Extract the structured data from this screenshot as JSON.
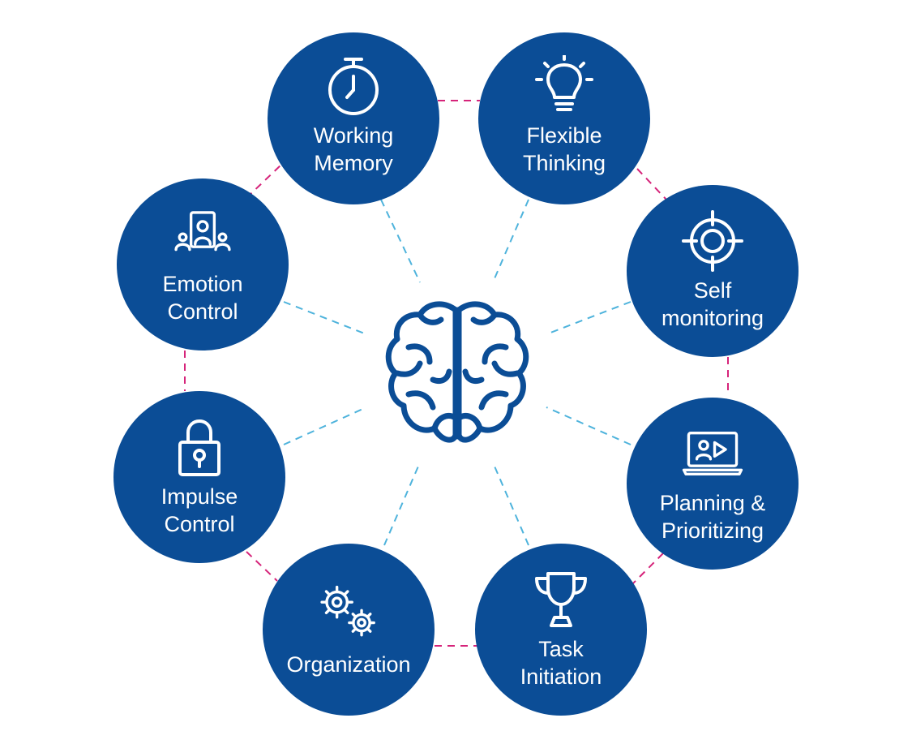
{
  "center": {
    "icon": "brain-icon"
  },
  "nodes": [
    {
      "id": "working",
      "label": "Working\nMemory",
      "icon": "stopwatch-icon"
    },
    {
      "id": "flexible",
      "label": "Flexible\nThinking",
      "icon": "lightbulb-icon"
    },
    {
      "id": "self",
      "label": "Self\nmonitoring",
      "icon": "target-icon"
    },
    {
      "id": "planning",
      "label": "Planning &\nPrioritizing",
      "icon": "laptop-presentation-icon"
    },
    {
      "id": "task",
      "label": "Task\nInitiation",
      "icon": "trophy-icon"
    },
    {
      "id": "org",
      "label": "Organization",
      "icon": "gears-icon"
    },
    {
      "id": "impulse",
      "label": "Impulse\nControl",
      "icon": "padlock-icon"
    },
    {
      "id": "emotion",
      "label": "Emotion\nControl",
      "icon": "people-portrait-icon"
    }
  ],
  "colors": {
    "node_fill": "#0b4d96",
    "icon_stroke": "#ffffff",
    "brain_stroke": "#0b4d96",
    "ring_connector": "#d6247a",
    "spoke_connector": "#4eb3dc",
    "background": "#ffffff"
  }
}
